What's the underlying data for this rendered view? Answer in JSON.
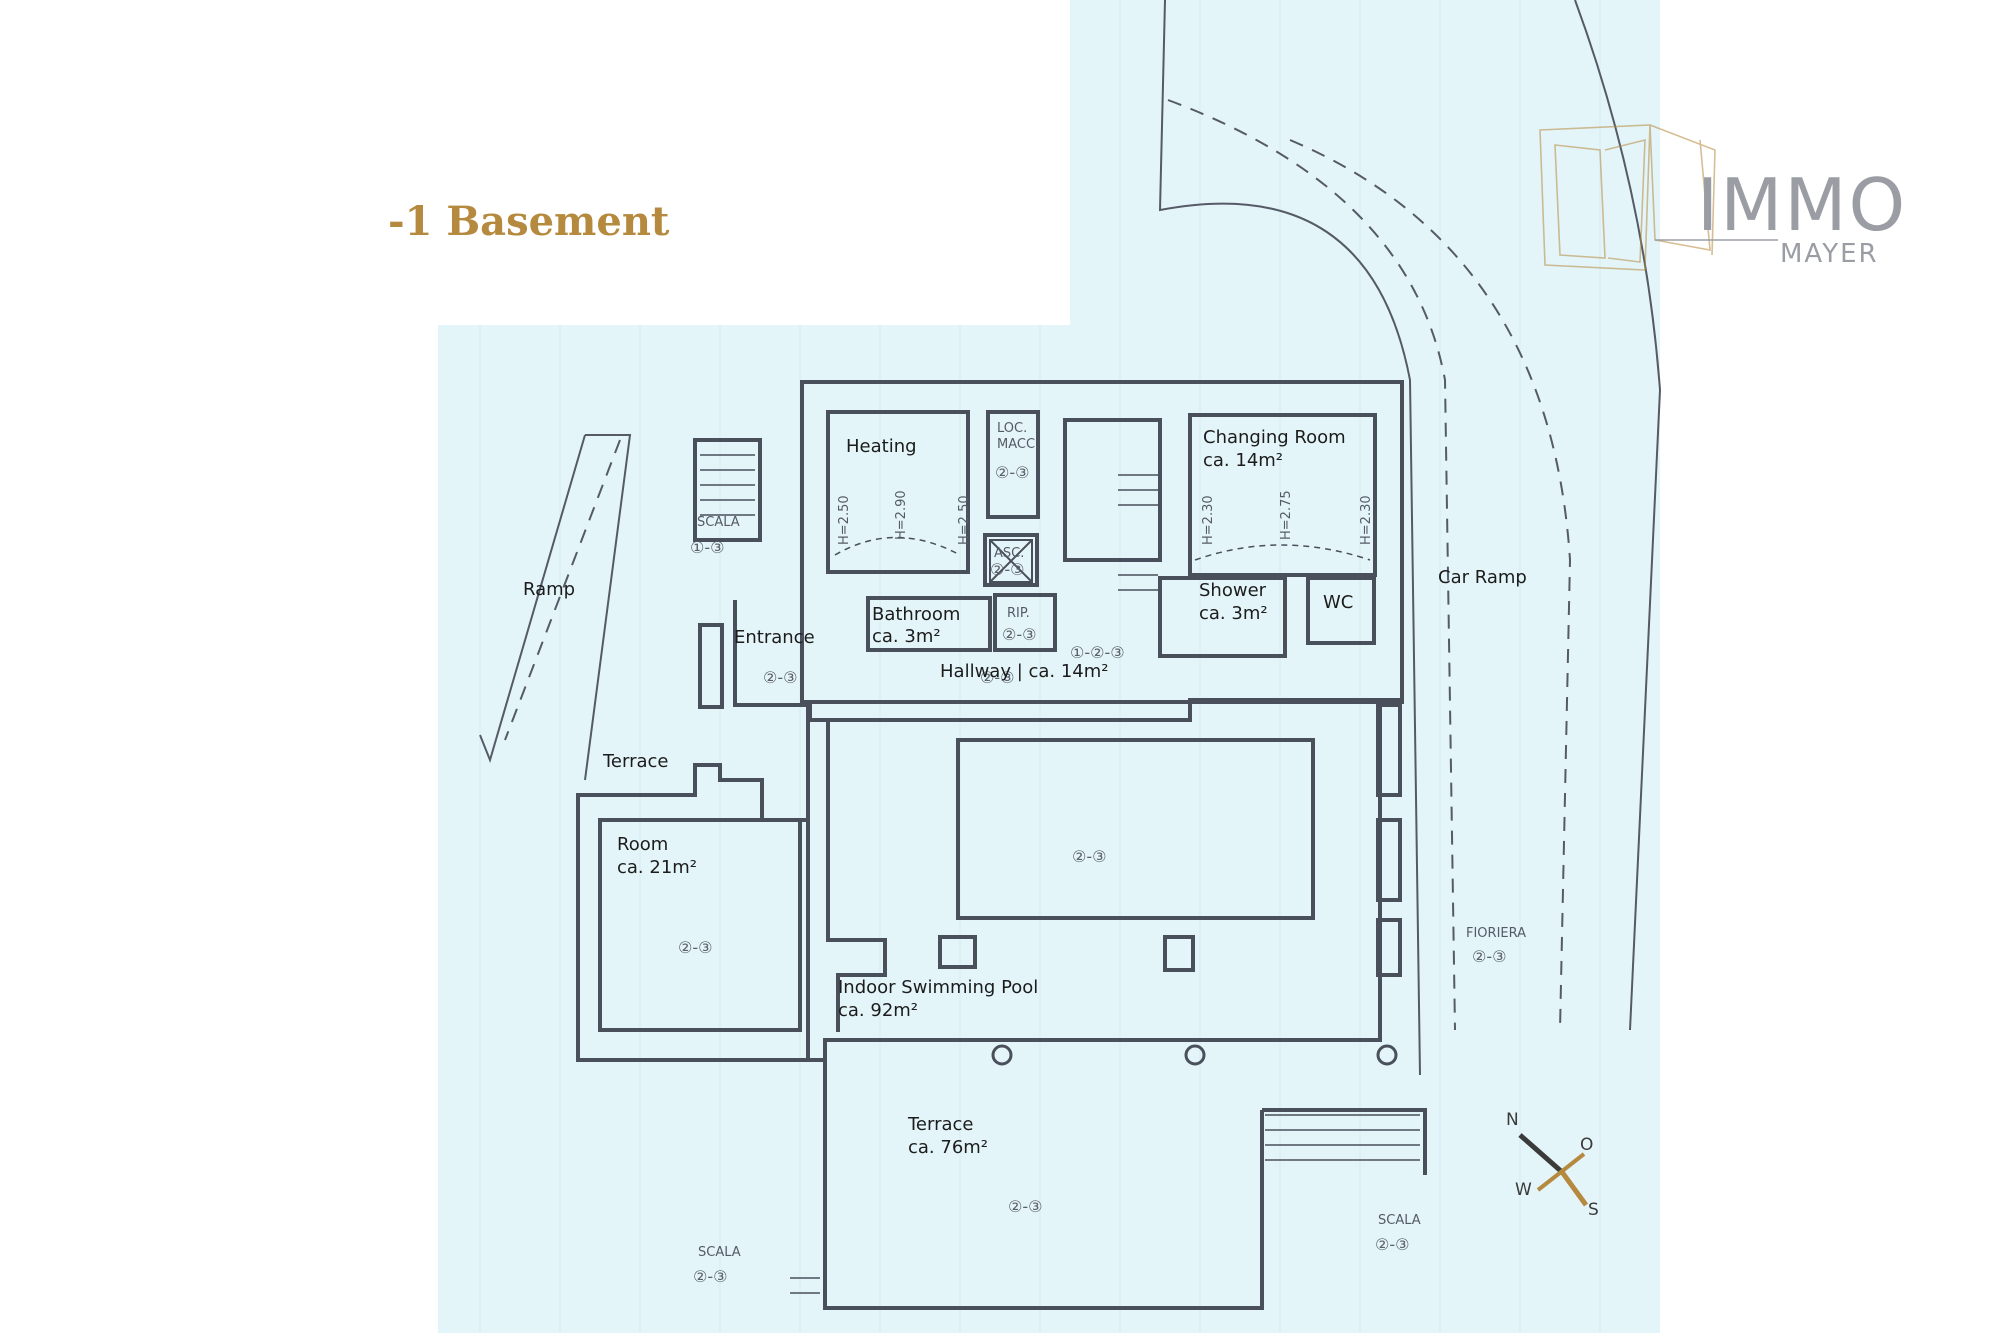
{
  "page": {
    "title": "-1 Basement"
  },
  "brand": {
    "name_top": "IMMO",
    "name_bottom": "MAYER",
    "color": "#b58a3e"
  },
  "colors": {
    "paper": "#e4f5fa",
    "ink": "#4a4f5c",
    "accent": "#b58a3e"
  },
  "rooms": [
    {
      "name": "Heating",
      "area": ""
    },
    {
      "name": "Changing Room",
      "area": "ca. 14m²"
    },
    {
      "name": "Bathroom",
      "area": "ca. 3m²"
    },
    {
      "name": "Entrance",
      "area": ""
    },
    {
      "name": "Hallway | ca. 14m²",
      "area": ""
    },
    {
      "name": "Shower",
      "area": "ca. 3m²"
    },
    {
      "name": "WC",
      "area": ""
    },
    {
      "name": "Room",
      "area": "ca. 21m²"
    },
    {
      "name": "Indoor Swimming Pool",
      "area": "ca. 92m²"
    },
    {
      "name": "Terrace",
      "area": "ca. 76m²"
    },
    {
      "name": "Terrace",
      "area": ""
    },
    {
      "name": "Ramp",
      "area": ""
    },
    {
      "name": "Car Ramp",
      "area": ""
    }
  ],
  "plan_notes": {
    "loc_macc_1": "LOC.",
    "loc_macc_2": "MACC.",
    "scala": "SCALA",
    "asc": "ASC.",
    "rip": "RIP.",
    "fioriera": "FIORIERA",
    "h250": "H=2.50",
    "h290": "H=2.90",
    "h230": "H=2.30",
    "h275": "H=2.75",
    "code_13": "①-③",
    "code_23": "②-③",
    "code_123": "①-②-③"
  },
  "compass": {
    "n": "N",
    "o": "O",
    "s": "S",
    "w": "W"
  }
}
